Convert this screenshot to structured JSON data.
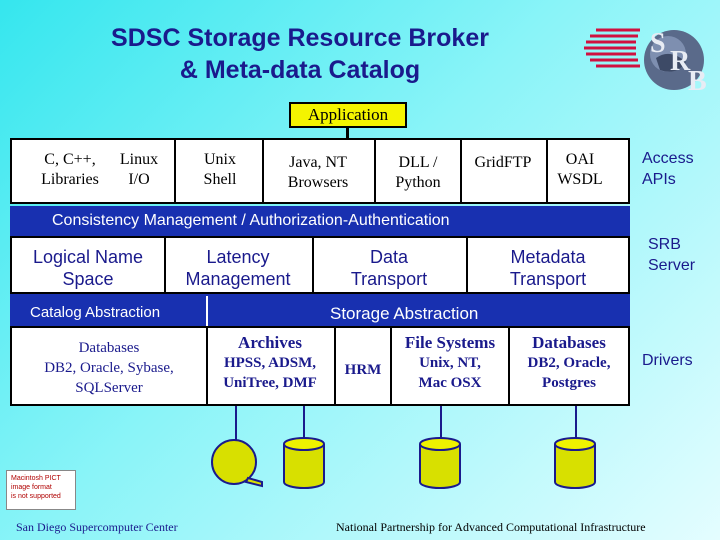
{
  "title": {
    "line1": "SDSC Storage Resource Broker",
    "line2": "& Meta-data Catalog"
  },
  "logo": {
    "text": "SRB"
  },
  "application_label": "Application",
  "apis": {
    "c_libraries": [
      "C, C++,",
      "Libraries"
    ],
    "linux_io": [
      "Linux",
      "I/O"
    ],
    "unix_shell": [
      "Unix",
      "Shell"
    ],
    "java_browsers": [
      "Java, NT",
      "Browsers"
    ],
    "dll_python": [
      "DLL /",
      "Python"
    ],
    "gridftp": "GridFTP",
    "oai_wsdl": [
      "OAI",
      "WSDL"
    ]
  },
  "server": {
    "consistency": "Consistency Management / Authorization-Authentication",
    "logical_name": [
      "Logical Name",
      "Space"
    ],
    "latency": [
      "Latency",
      "Management"
    ],
    "data_transport": [
      "Data",
      "Transport"
    ],
    "metadata_transport": [
      "Metadata",
      "Transport"
    ],
    "catalog_abstraction": "Catalog Abstraction",
    "storage_abstraction": "Storage Abstraction"
  },
  "drivers_row": {
    "databases_left": [
      "Databases",
      "DB2, Oracle, Sybase,",
      "SQLServer"
    ],
    "archives": [
      "Archives",
      "HPSS, ADSM,",
      "UniTree, DMF"
    ],
    "hrm": "HRM",
    "file_systems": [
      "File Systems",
      "Unix, NT,",
      "Mac OSX"
    ],
    "databases_right": [
      "Databases",
      "DB2, Oracle,",
      "Postgres"
    ]
  },
  "side_labels": {
    "access_apis": [
      "Access",
      "APIs"
    ],
    "srb_server": [
      "SRB",
      "Server"
    ],
    "drivers": "Drivers"
  },
  "pict_notice": [
    "Macintosh PICT",
    "image format",
    "is not supported"
  ],
  "footer": {
    "left": "San Diego Supercomputer Center",
    "right": "National Partnership for Advanced Computational Infrastructure"
  },
  "colors": {
    "title_blue": "#1a1a8c",
    "panel_blue": "#1830b0",
    "application_yellow": "#f4f400",
    "logo_red": "#d01040"
  }
}
